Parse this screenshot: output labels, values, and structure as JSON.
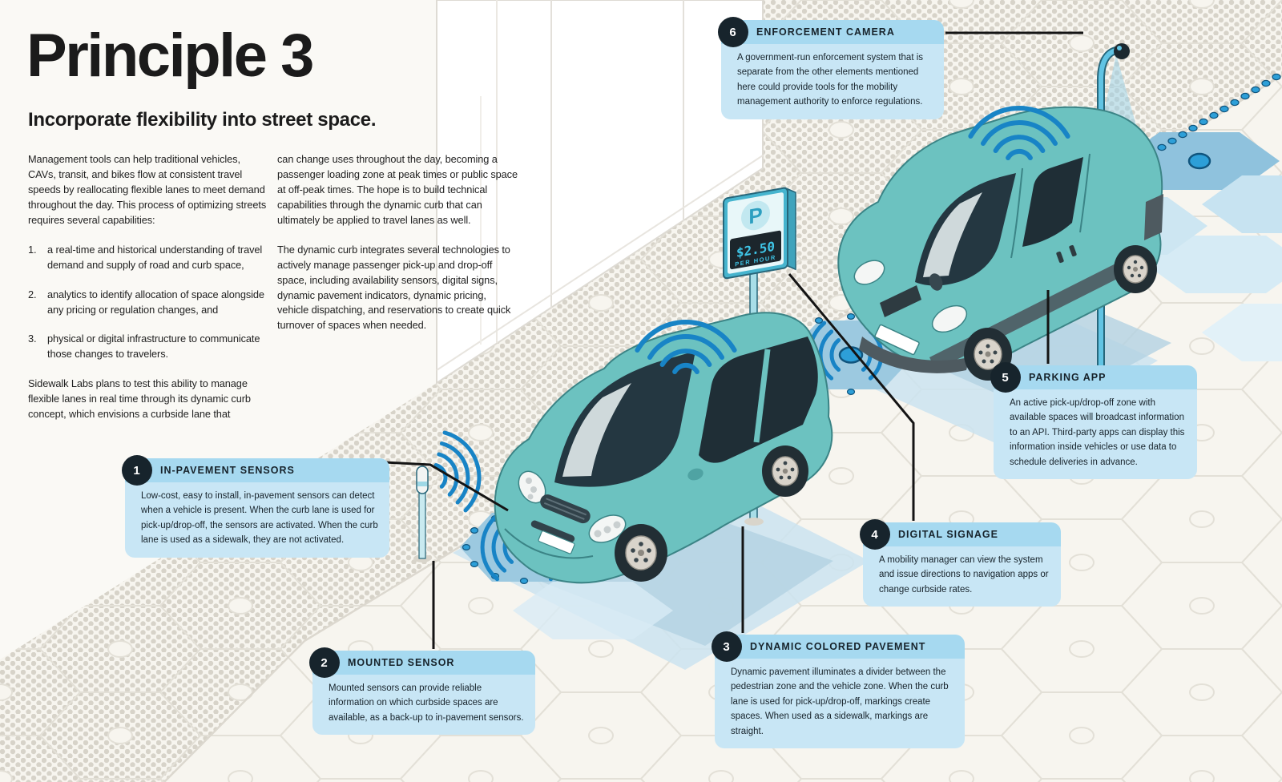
{
  "page": {
    "title": "Principle 3",
    "subtitle": "Incorporate flexibility into street space."
  },
  "intro": {
    "col1_p1": "Management tools can help traditional vehicles, CAVs, transit, and bikes flow at consistent travel speeds by reallocating flexible lanes to meet demand throughout the day. This process of optimizing streets requires several capabilities:",
    "list": [
      {
        "num": "1.",
        "text": "a real-time and historical understanding of travel demand and supply of road and curb space,"
      },
      {
        "num": "2.",
        "text": "analytics to identify allocation of space alongside any pricing or regulation changes, and"
      },
      {
        "num": "3.",
        "text": "physical or digital infrastructure to communicate those changes to travelers."
      }
    ],
    "col1_p2": "Sidewalk Labs plans to test this ability to manage flexible lanes in real time through its dynamic curb concept, which envisions a curbside lane that",
    "col2_p1": "can change uses throughout the day, becoming a passenger loading zone at peak times or public space at off-peak times. The hope is to build technical capabilities through the dynamic curb that can ultimately be applied to travel lanes as well.",
    "col2_p2": "The dynamic curb integrates several technologies to actively manage passenger pick-up and drop-off space, including availability sensors, digital signs, dynamic pavement indicators, dynamic pricing, vehicle dispatching, and reservations to create quick turnover of spaces when needed."
  },
  "callouts": [
    {
      "num": "1",
      "title": "IN-PAVEMENT SENSORS",
      "body": "Low-cost, easy to install, in-pavement sensors can detect when a vehicle is present. When the curb lane is used for pick-up/drop-off, the sensors are activated. When the curb lane is used as a sidewalk, they are not activated."
    },
    {
      "num": "2",
      "title": "MOUNTED SENSOR",
      "body": "Mounted sensors can provide reliable information on which curbside spaces are available, as a back-up to in-pavement sensors."
    },
    {
      "num": "3",
      "title": "DYNAMIC COLORED PAVEMENT",
      "body": "Dynamic pavement illuminates a divider between the pedestrian zone and the vehicle zone. When the curb lane is used for pick-up/drop-off, markings create spaces. When used as a sidewalk, markings are straight."
    },
    {
      "num": "4",
      "title": "DIGITAL SIGNAGE",
      "body": "A mobility manager can view the system and issue directions to navigation apps or change curbside rates."
    },
    {
      "num": "5",
      "title": "PARKING APP",
      "body": "An active pick-up/drop-off zone with available spaces will broadcast information to an API. Third-party apps can display this information inside vehicles or use data to schedule deliveries in advance."
    },
    {
      "num": "6",
      "title": "ENFORCEMENT CAMERA",
      "body": "A government-run enforcement system that is separate from the other elements mentioned here could provide tools for the mobility management authority to enforce regulations."
    }
  ],
  "sign": {
    "letter": "P",
    "rate": "$2.50",
    "unit": "PER HOUR"
  },
  "colors": {
    "vehicle_teal": "#6CC2C0",
    "wifi_blue": "#1884C6",
    "sensor_blue": "#2D9FD8",
    "callout_header": "#A6D9F0",
    "callout_body": "#C8E6F5",
    "badge": "#17242C",
    "zone_blue": "#9CC9E0",
    "background": "#FAF9F5"
  }
}
